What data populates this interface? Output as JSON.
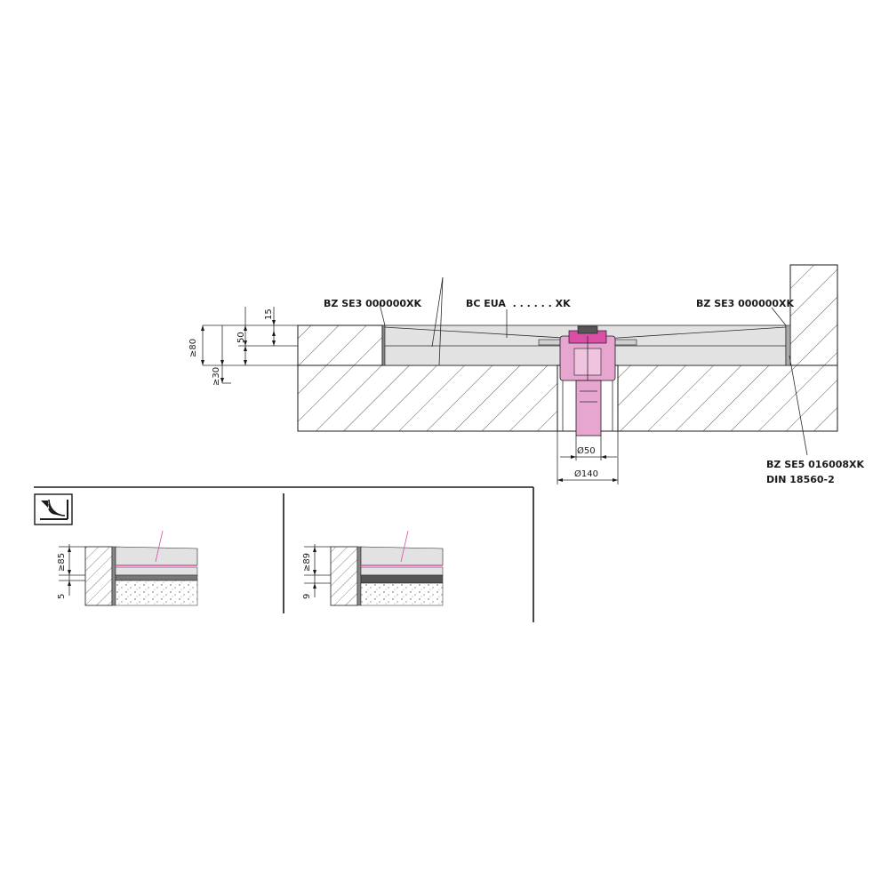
{
  "labels": {
    "left_profile": "BZ SE3 000000XK",
    "center_drain": "BC EUA  . . . . . . XK",
    "right_profile": "BZ SE3 000000XK",
    "edge_strip_code": "BZ SE5 016008XK",
    "edge_strip_norm": "DIN 18560-2"
  },
  "dimensions": {
    "total_height": "≥80",
    "top_layer": "15",
    "middle_layer": "50",
    "bottom_layer": "≥30",
    "pipe_diameter": "Ø50",
    "sleeve_diameter": "Ø140",
    "detail_a_height": "≥85",
    "detail_a_small": "5",
    "detail_b_height": "≥89",
    "detail_b_small": "9"
  },
  "icons": {
    "sound_insulation": "sound-insulation-icon"
  },
  "colors": {
    "accent": "#d94fa6",
    "drain_body": "#e7a6cf",
    "screed": "#e2e2e2",
    "line": "#1a1a1a"
  }
}
